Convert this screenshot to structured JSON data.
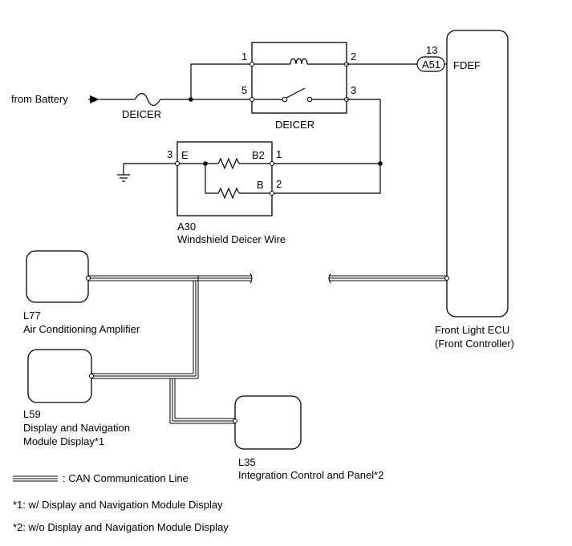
{
  "battery": {
    "label": "from Battery"
  },
  "fuse": {
    "label": "DEICER"
  },
  "relay": {
    "label": "DEICER",
    "pins": {
      "p1": "1",
      "p2": "2",
      "p5": "5",
      "p3": "3"
    }
  },
  "deicer_wire": {
    "code": "A30",
    "name": "Windshield Deicer Wire",
    "pin_e": "3",
    "pin_e_label": "E",
    "pin_b2": "1",
    "pin_b2_label": "B2",
    "pin_b": "2",
    "pin_b_label": "B"
  },
  "front_light_ecu": {
    "connector": "A51",
    "pin": "13",
    "signal": "FDEF",
    "name_line1": "Front Light ECU",
    "name_line2": "(Front Controller)"
  },
  "ac_amplifier": {
    "code": "L77",
    "name": "Air Conditioning Amplifier"
  },
  "display_nav": {
    "code": "L59",
    "name_line1": "Display and Navigation",
    "name_line2": "Module Display*1"
  },
  "integration_panel": {
    "code": "L35",
    "name": "Integration Control and Panel*2"
  },
  "legend": {
    "can_line": ": CAN Communication Line",
    "note1": "*1: w/ Display and Navigation Module Display",
    "note2": "*2: w/o Display and Navigation Module Display"
  }
}
